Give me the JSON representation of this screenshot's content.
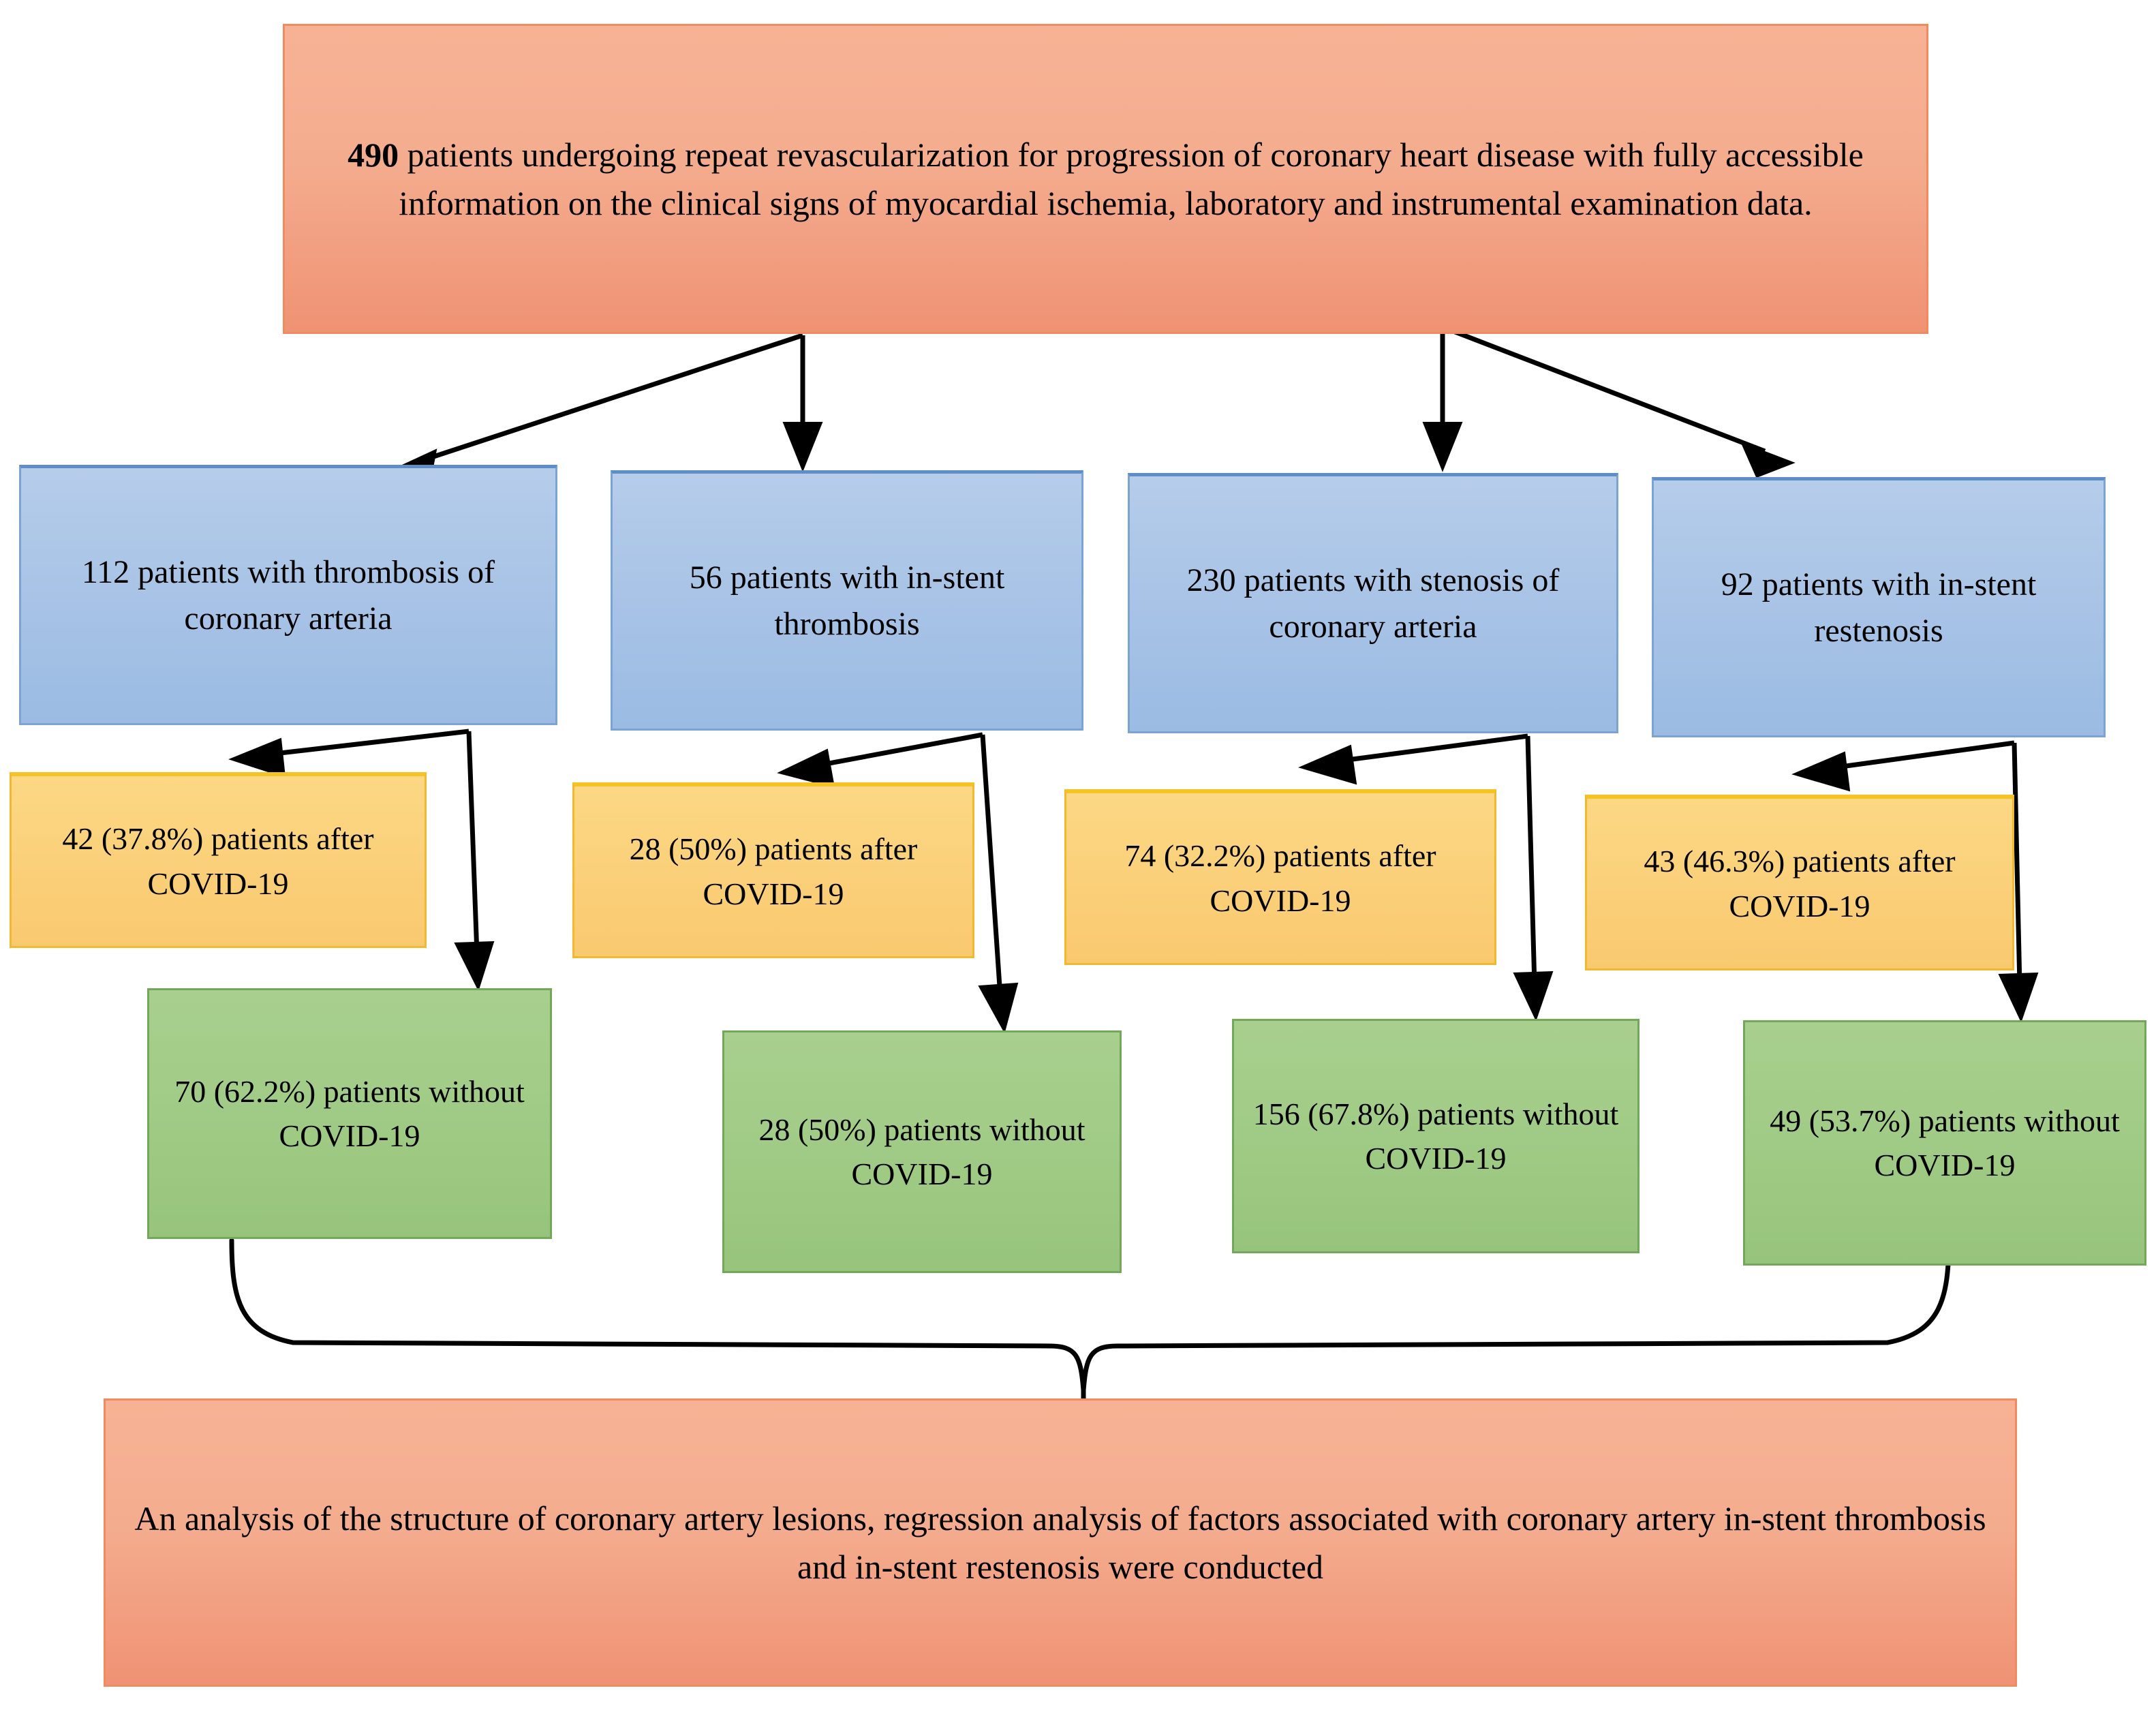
{
  "diagram": {
    "type": "flowchart",
    "title": "Patient enrollment flow for repeat revascularization study",
    "colors": {
      "root_fill": "#f4ac8e",
      "root_border": "#ef8b5f",
      "group_fill": "#a8c3e6",
      "group_border": "#5e8ec7",
      "after_covid_fill": "#fbd07a",
      "after_covid_border": "#f6c324",
      "without_covid_fill": "#a0cb86",
      "without_covid_border": "#73a85a",
      "edge": "#000000"
    }
  },
  "root": {
    "highlight": "490",
    "text": " patients undergoing repeat revascularization for progression of coronary heart disease with fully accessible information on the clinical signs of myocardial ischemia, laboratory and instrumental examination data."
  },
  "groups": [
    {
      "id": "thrombosis-coronary-arteria",
      "count": 112,
      "label": "112 patients with thrombosis of coronary arteria",
      "after_covid": {
        "count": 42,
        "percent": "37.8%",
        "label": "42 (37.8%) patients after COVID-19"
      },
      "without_covid": {
        "count": 70,
        "percent": "62.2%",
        "label": "70 (62.2%) patients without COVID-19"
      }
    },
    {
      "id": "in-stent-thrombosis",
      "count": 56,
      "label": "56 patients with in-stent thrombosis",
      "after_covid": {
        "count": 28,
        "percent": "50%",
        "label": "28 (50%) patients after COVID-19"
      },
      "without_covid": {
        "count": 28,
        "percent": "50%",
        "label": "28 (50%) patients without COVID-19"
      }
    },
    {
      "id": "stenosis-coronary-arteria",
      "count": 230,
      "label": "230 patients with stenosis of coronary arteria",
      "after_covid": {
        "count": 74,
        "percent": "32.2%",
        "label": "74 (32.2%) patients after COVID-19"
      },
      "without_covid": {
        "count": 156,
        "percent": "67.8%",
        "label": "156 (67.8%) patients without COVID-19"
      }
    },
    {
      "id": "in-stent-restenosis",
      "count": 92,
      "label": "92 patients with in-stent restenosis",
      "after_covid": {
        "count": 43,
        "percent": "46.3%",
        "label": "43 (46.3%) patients after COVID-19"
      },
      "without_covid": {
        "count": 49,
        "percent": "53.7%",
        "label": "49 (53.7%) patients without COVID-19"
      }
    }
  ],
  "conclusion": {
    "text": "An analysis of the structure of coronary artery lesions, regression analysis of factors associated with coronary artery in-stent thrombosis and in-stent restenosis were conducted"
  }
}
